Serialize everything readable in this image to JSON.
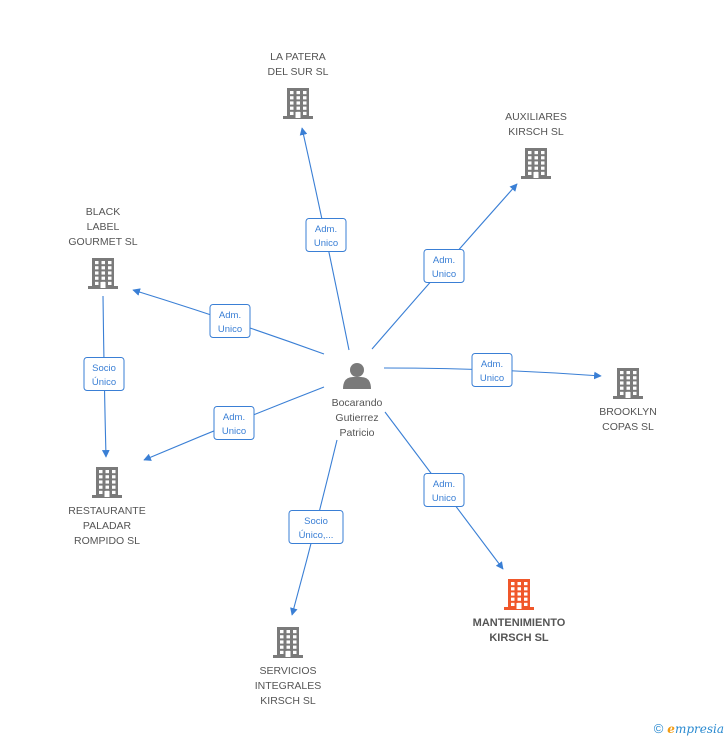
{
  "colors": {
    "edge": "#3a7fd5",
    "company": "#7a7a7a",
    "highlight": "#f0572a",
    "person": "#7a7a7a"
  },
  "person": {
    "id": "person",
    "lines": [
      "Bocarando",
      "Gutierrez",
      "Patricio"
    ],
    "icon": "person-icon"
  },
  "companies": [
    {
      "id": "la-patera",
      "lines": [
        "LA PATERA",
        "DEL SUR SL"
      ],
      "highlight": false,
      "icon": "building-icon"
    },
    {
      "id": "auxiliares",
      "lines": [
        "AUXILIARES",
        "KIRSCH SL"
      ],
      "highlight": false,
      "icon": "building-icon"
    },
    {
      "id": "black-label",
      "lines": [
        "BLACK",
        "LABEL",
        "GOURMET SL"
      ],
      "highlight": false,
      "icon": "building-icon"
    },
    {
      "id": "brooklyn",
      "lines": [
        "BROOKLYN",
        "COPAS SL"
      ],
      "highlight": false,
      "icon": "building-icon"
    },
    {
      "id": "restaurante",
      "lines": [
        "RESTAURANTE",
        "PALADAR",
        "ROMPIDO  SL"
      ],
      "highlight": false,
      "icon": "building-icon"
    },
    {
      "id": "mantenimiento",
      "lines": [
        "MANTENIMIENTO",
        "KIRSCH SL"
      ],
      "highlight": true,
      "icon": "building-icon"
    },
    {
      "id": "servicios",
      "lines": [
        "SERVICIOS",
        "INTEGRALES",
        "KIRSCH SL"
      ],
      "highlight": false,
      "icon": "building-icon"
    }
  ],
  "edges": [
    {
      "from": "person",
      "to": "la-patera",
      "label": [
        "Adm.",
        "Unico"
      ]
    },
    {
      "from": "person",
      "to": "auxiliares",
      "label": [
        "Adm.",
        "Unico"
      ]
    },
    {
      "from": "person",
      "to": "black-label",
      "label": [
        "Adm.",
        "Unico"
      ]
    },
    {
      "from": "person",
      "to": "brooklyn",
      "label": [
        "Adm.",
        "Unico"
      ]
    },
    {
      "from": "person",
      "to": "restaurante",
      "label": [
        "Adm.",
        "Unico"
      ]
    },
    {
      "from": "person",
      "to": "mantenimiento",
      "label": [
        "Adm.",
        "Unico"
      ]
    },
    {
      "from": "person",
      "to": "servicios",
      "label": [
        "Socio",
        "Único,..."
      ]
    },
    {
      "from": "black-label",
      "to": "restaurante",
      "label": [
        "Socio",
        "Único"
      ]
    }
  ],
  "footer": {
    "copyright_symbol": "©",
    "brand_initial": "e",
    "brand_rest": "mpresia"
  }
}
